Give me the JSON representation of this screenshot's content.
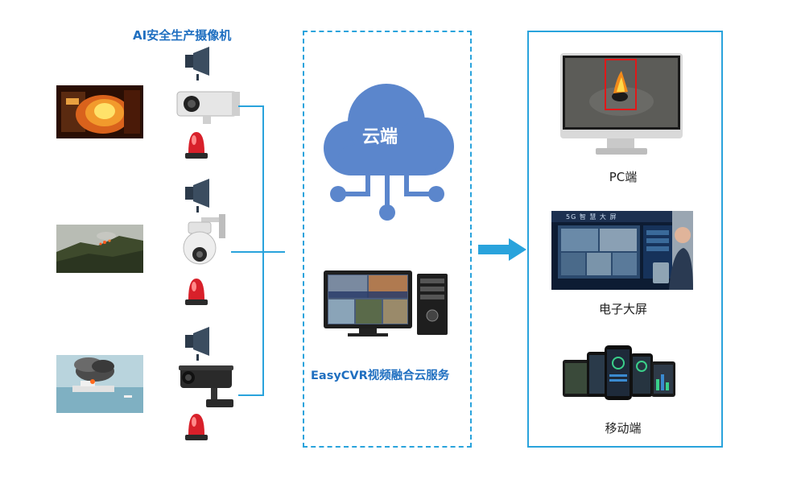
{
  "cameras": {
    "title": "AI安全生产摄像机",
    "scenes": [
      {
        "name": "fire-scene"
      },
      {
        "name": "forest-fire-scene"
      },
      {
        "name": "ship-fire-scene"
      }
    ]
  },
  "cloud": {
    "label": "云端",
    "service_label": "EasyCVR视频融合云服务"
  },
  "terminals": {
    "pc_label": "PC端",
    "screen_label": "电子大屏",
    "screen_banner": "5G 智 慧 大 屏",
    "mobile_label": "移动端"
  },
  "colors": {
    "accent": "#29a3dc",
    "cloud": "#5b86cc",
    "title": "#1f6fc0"
  }
}
